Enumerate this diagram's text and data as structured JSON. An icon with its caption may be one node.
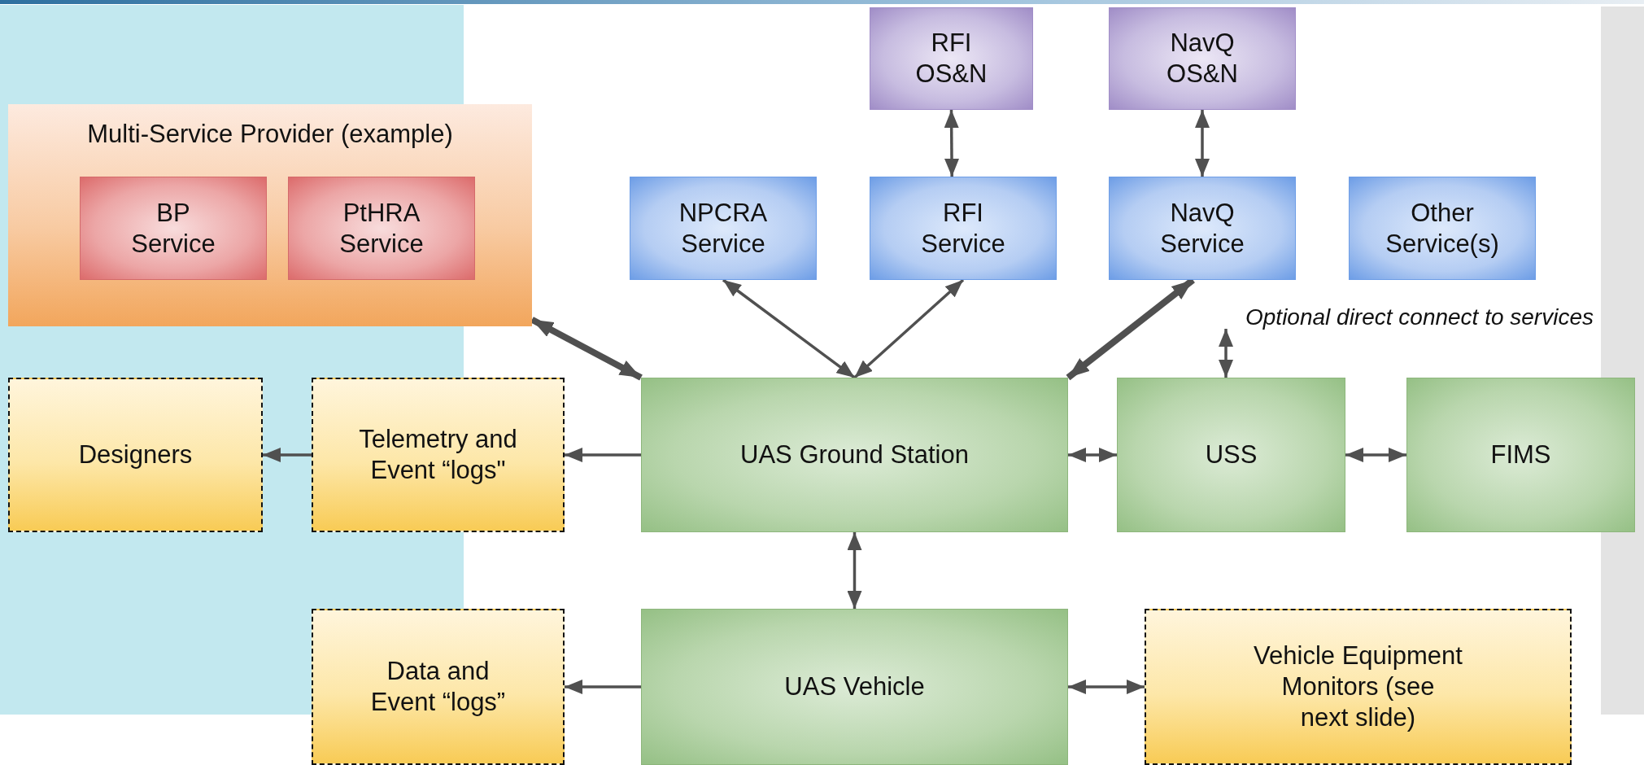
{
  "diagram": {
    "nodes": [
      {
        "text": [
          "Multi-Service Provider (example)"
        ]
      },
      {
        "text": [
          "BP Service"
        ],
        "in": 0
      },
      {
        "text": [
          "PtHRA Service"
        ],
        "in": 0
      },
      {
        "text": [
          "RFI OS&N"
        ]
      },
      {
        "text": [
          "NavQ OS&N"
        ]
      },
      {
        "text": [
          "NPCRA Service"
        ]
      },
      {
        "text": [
          "RFI Service"
        ]
      },
      {
        "text": [
          "NavQ Service"
        ]
      },
      {
        "text": [
          "Other Service(s)"
        ]
      },
      {
        "text": [
          "Designers"
        ]
      },
      {
        "text": [
          "Telemetry and Event “logs\""
        ]
      },
      {
        "text": [
          "UAS Ground Station"
        ]
      },
      {
        "text": [
          "USS"
        ]
      },
      {
        "text": [
          "FIMS"
        ]
      },
      {
        "text": [
          "Data and Event “logs”"
        ]
      },
      {
        "text": [
          "UAS Vehicle"
        ]
      },
      {
        "text": [
          "Vehicle Equipment Monitors (see next slide)"
        ]
      }
    ],
    "edges": [
      {
        "from": 0,
        "to": 11,
        "arrow": "both",
        "style": "thick"
      },
      {
        "from": 5,
        "to": 11,
        "arrow": "both"
      },
      {
        "from": 6,
        "to": 11,
        "arrow": "both"
      },
      {
        "from": 7,
        "to": 11,
        "arrow": "both",
        "style": "thick"
      },
      {
        "from": 3,
        "to": 6,
        "arrow": "both"
      },
      {
        "from": 4,
        "to": 7,
        "arrow": "both"
      },
      {
        "from": 11,
        "to": 10,
        "arrow": "to"
      },
      {
        "from": 10,
        "to": 9,
        "arrow": "to"
      },
      {
        "from": 11,
        "to": 12,
        "arrow": "both"
      },
      {
        "from": 12,
        "to": 13,
        "arrow": "both"
      },
      {
        "from": 11,
        "to": 15,
        "arrow": "both"
      },
      {
        "from": 15,
        "to": 14,
        "arrow": "to"
      },
      {
        "from": 15,
        "to": 16,
        "arrow": "both"
      },
      {
        "from": null,
        "to": 12,
        "arrow": "both",
        "label": "Optional direct connect to services"
      }
    ]
  }
}
